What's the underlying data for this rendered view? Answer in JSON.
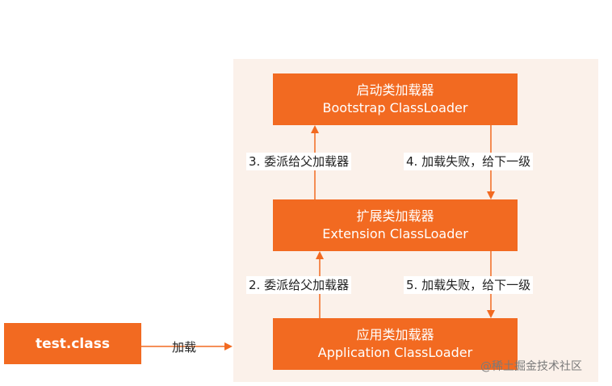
{
  "boxes": {
    "bootstrap": {
      "title": "启动类加载器",
      "subtitle": "Bootstrap ClassLoader"
    },
    "extension": {
      "title": "扩展类加载器",
      "subtitle": "Extension ClassLoader"
    },
    "application": {
      "title": "应用类加载器",
      "subtitle": "Application ClassLoader"
    },
    "test_class": {
      "title": "test.class"
    }
  },
  "labels": {
    "delegate_to_bootstrap": "3. 委派给父加载器",
    "fail_from_bootstrap": "4. 加载失败，给下一级",
    "delegate_to_extension": "2. 委派给父加载器",
    "fail_from_extension": "5. 加载失败，给下一级",
    "load": "加载"
  },
  "watermark": "@稀土掘金技术社区",
  "colors": {
    "box_fill": "#f26a21",
    "panel_bg": "#fbf1ea",
    "arrow": "#f26a21"
  }
}
